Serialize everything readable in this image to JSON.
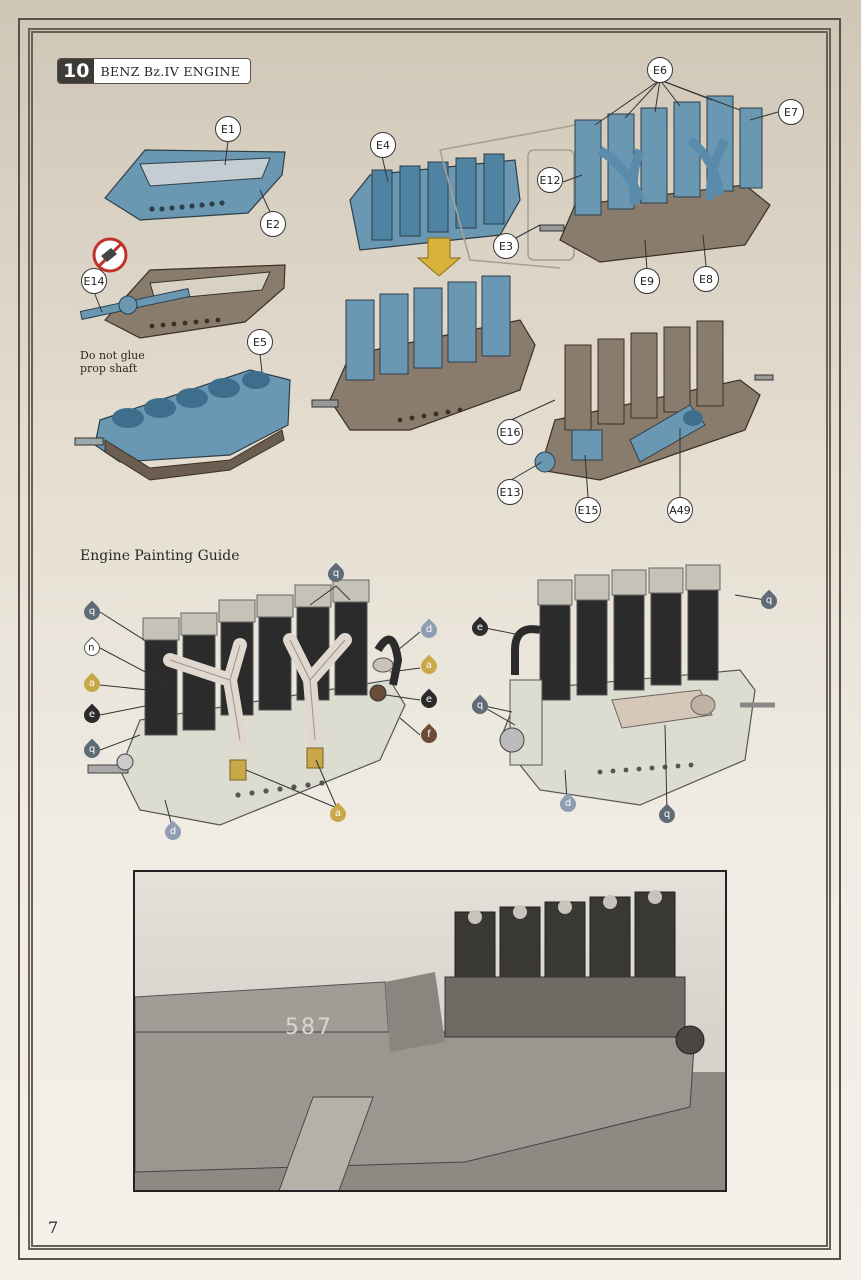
{
  "step": {
    "number": "10",
    "title": "BENZ Bz.IV ENGINE"
  },
  "parts": [
    "E1",
    "E2",
    "E14",
    "E5",
    "E4",
    "E3",
    "E6",
    "E7",
    "E12",
    "E9",
    "E8",
    "E16",
    "E13",
    "E15",
    "A49"
  ],
  "note": {
    "line1": "Do not glue",
    "line2": "prop shaft"
  },
  "painting_guide": {
    "title": "Engine Painting Guide"
  },
  "paint_codes": {
    "left": [
      "q",
      "q",
      "n",
      "a",
      "e",
      "q",
      "d",
      "a",
      "e",
      "f",
      "d",
      "a"
    ],
    "right": [
      "e",
      "q",
      "q",
      "d",
      "q"
    ]
  },
  "colors": {
    "part_blue": "#6a98b3",
    "primer": "#8a7c6c",
    "q": "#5f6b76",
    "a": "#c9a84a",
    "e": "#2b2b2b",
    "d": "#8f9db0",
    "f": "#6a4b36",
    "n": "#ffffff"
  },
  "photo": {
    "marking": "587"
  },
  "page_number": "7"
}
